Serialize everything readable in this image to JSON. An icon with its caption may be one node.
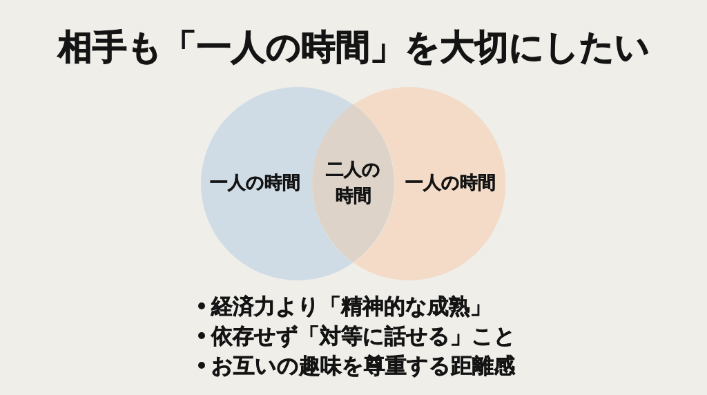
{
  "diagram": {
    "title": "相手も「一人の時間」を大切にしたい",
    "nodes": [
      {
        "text": [
          "一人の時間"
        ]
      },
      {
        "text": [
          "一人の時間"
        ]
      },
      {
        "text": [
          "二人の時間"
        ]
      }
    ],
    "labels": [
      "経済力より「精神的な成熟」",
      "依存せず「対等に話せる」こと",
      "お互いの趣味を尊重する距離感"
    ]
  }
}
